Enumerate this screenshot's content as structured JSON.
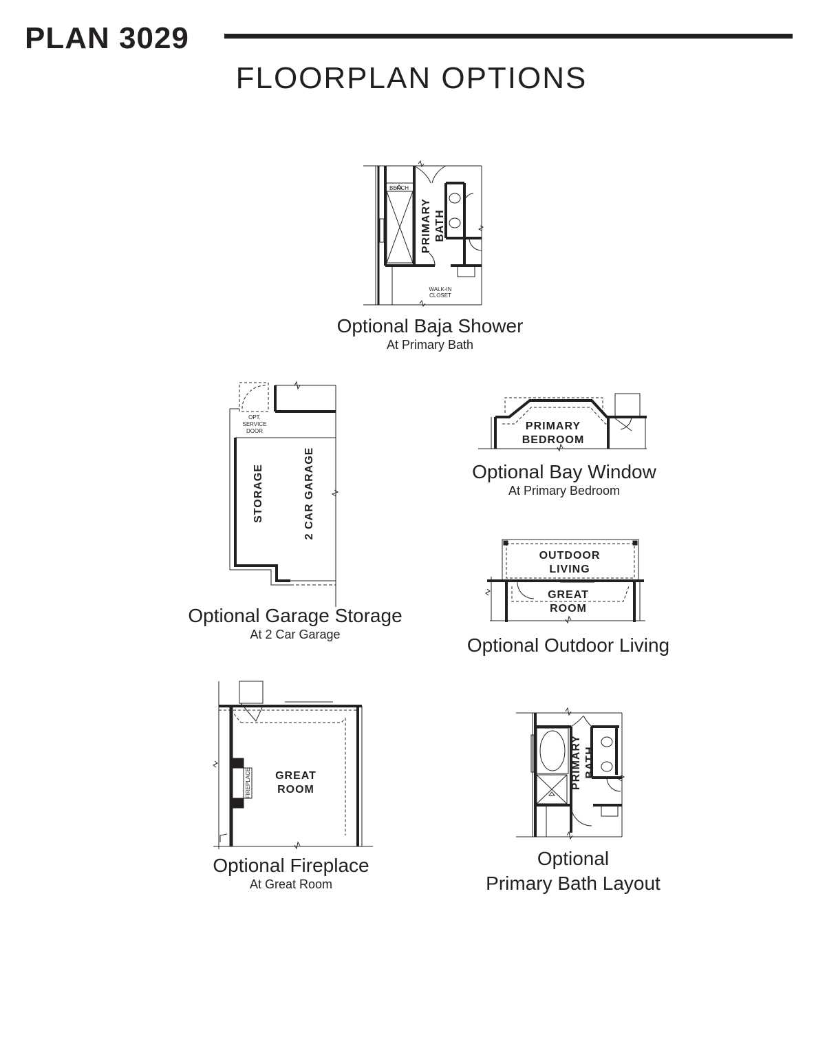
{
  "header": {
    "plan_title": "PLAN 3029",
    "section_title": "FLOORPLAN OPTIONS"
  },
  "options": [
    {
      "title": "Optional Baja Shower",
      "subtitle": "At Primary Bath",
      "labels": {
        "bench": "BENCH",
        "room_line1": "PRIMARY",
        "room_line2": "BATH",
        "closet_line1": "WALK-IN",
        "closet_line2": "CLOSET"
      }
    },
    {
      "title": "Optional Garage Storage",
      "subtitle": "At 2 Car Garage",
      "labels": {
        "door_line1": "OPT.",
        "door_line2": "SERVICE",
        "door_line3": "DOOR",
        "storage": "STORAGE",
        "garage": "2 CAR GARAGE"
      }
    },
    {
      "title": "Optional Bay Window",
      "subtitle": "At Primary Bedroom",
      "labels": {
        "room_line1": "PRIMARY",
        "room_line2": "BEDROOM"
      }
    },
    {
      "title": "Optional Outdoor Living",
      "subtitle": "",
      "labels": {
        "outdoor_line1": "OUTDOOR",
        "outdoor_line2": "LIVING",
        "great_line1": "GREAT",
        "great_line2": "ROOM"
      }
    },
    {
      "title": "Optional Fireplace",
      "subtitle": "At Great Room",
      "labels": {
        "fireplace": "FIREPLACE",
        "room_line1": "GREAT",
        "room_line2": "ROOM"
      }
    },
    {
      "title_line1": "Optional",
      "title_line2": "Primary Bath Layout",
      "labels": {
        "room_line1": "PRIMARY",
        "room_line2": "BATH"
      }
    }
  ],
  "colors": {
    "ink": "#231f20",
    "background": "#ffffff"
  }
}
